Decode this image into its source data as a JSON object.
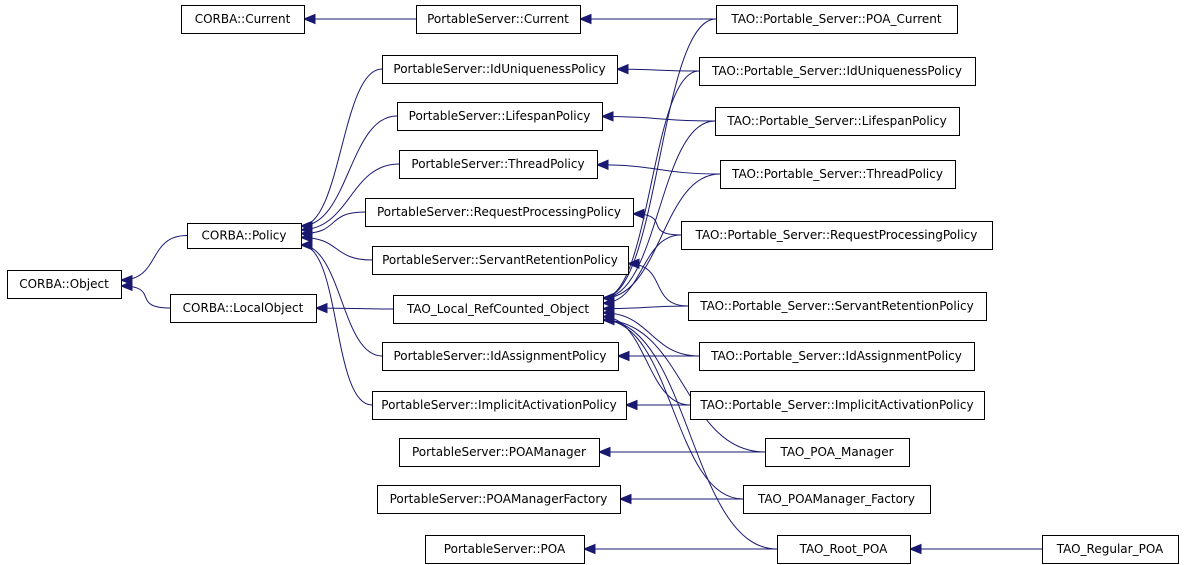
{
  "diagram": {
    "nodes": [
      {
        "id": "corba_current",
        "label": "CORBA::Current"
      },
      {
        "id": "ps_current",
        "label": "PortableServer::Current"
      },
      {
        "id": "tao_poa_current",
        "label": "TAO::Portable_Server::POA_Current"
      },
      {
        "id": "ps_iduniq",
        "label": "PortableServer::IdUniquenessPolicy"
      },
      {
        "id": "tao_iduniq",
        "label": "TAO::Portable_Server::IdUniquenessPolicy"
      },
      {
        "id": "ps_lifespan",
        "label": "PortableServer::LifespanPolicy"
      },
      {
        "id": "tao_lifespan",
        "label": "TAO::Portable_Server::LifespanPolicy"
      },
      {
        "id": "ps_thread",
        "label": "PortableServer::ThreadPolicy"
      },
      {
        "id": "tao_thread",
        "label": "TAO::Portable_Server::ThreadPolicy"
      },
      {
        "id": "ps_reqproc",
        "label": "PortableServer::RequestProcessingPolicy"
      },
      {
        "id": "corba_policy",
        "label": "CORBA::Policy"
      },
      {
        "id": "tao_reqproc",
        "label": "TAO::Portable_Server::RequestProcessingPolicy"
      },
      {
        "id": "ps_servret",
        "label": "PortableServer::ServantRetentionPolicy"
      },
      {
        "id": "corba_object",
        "label": "CORBA::Object"
      },
      {
        "id": "corba_localobject",
        "label": "CORBA::LocalObject"
      },
      {
        "id": "tao_local_refcounted",
        "label": "TAO_Local_RefCounted_Object"
      },
      {
        "id": "tao_servret",
        "label": "TAO::Portable_Server::ServantRetentionPolicy"
      },
      {
        "id": "ps_idassign",
        "label": "PortableServer::IdAssignmentPolicy"
      },
      {
        "id": "tao_idassign",
        "label": "TAO::Portable_Server::IdAssignmentPolicy"
      },
      {
        "id": "ps_implicit",
        "label": "PortableServer::ImplicitActivationPolicy"
      },
      {
        "id": "tao_implicit",
        "label": "TAO::Portable_Server::ImplicitActivationPolicy"
      },
      {
        "id": "ps_poamanager",
        "label": "PortableServer::POAManager"
      },
      {
        "id": "tao_poa_manager",
        "label": "TAO_POA_Manager"
      },
      {
        "id": "ps_poamanagerfactory",
        "label": "PortableServer::POAManagerFactory"
      },
      {
        "id": "tao_poamanager_factory",
        "label": "TAO_POAManager_Factory"
      },
      {
        "id": "ps_poa",
        "label": "PortableServer::POA"
      },
      {
        "id": "tao_root_poa",
        "label": "TAO_Root_POA"
      },
      {
        "id": "tao_regular_poa",
        "label": "TAO_Regular_POA"
      }
    ],
    "edges": [
      {
        "from": "ps_current",
        "to": "corba_current"
      },
      {
        "from": "tao_poa_current",
        "to": "ps_current"
      },
      {
        "from": "tao_poa_current",
        "to": "tao_local_refcounted"
      },
      {
        "from": "tao_iduniq",
        "to": "ps_iduniq"
      },
      {
        "from": "tao_iduniq",
        "to": "tao_local_refcounted"
      },
      {
        "from": "tao_lifespan",
        "to": "ps_lifespan"
      },
      {
        "from": "tao_lifespan",
        "to": "tao_local_refcounted"
      },
      {
        "from": "tao_thread",
        "to": "ps_thread"
      },
      {
        "from": "tao_thread",
        "to": "tao_local_refcounted"
      },
      {
        "from": "tao_reqproc",
        "to": "ps_reqproc"
      },
      {
        "from": "tao_reqproc",
        "to": "tao_local_refcounted"
      },
      {
        "from": "tao_servret",
        "to": "ps_servret"
      },
      {
        "from": "tao_servret",
        "to": "tao_local_refcounted"
      },
      {
        "from": "tao_idassign",
        "to": "ps_idassign"
      },
      {
        "from": "tao_idassign",
        "to": "tao_local_refcounted"
      },
      {
        "from": "tao_implicit",
        "to": "ps_implicit"
      },
      {
        "from": "tao_implicit",
        "to": "tao_local_refcounted"
      },
      {
        "from": "tao_poa_manager",
        "to": "ps_poamanager"
      },
      {
        "from": "tao_poa_manager",
        "to": "tao_local_refcounted"
      },
      {
        "from": "tao_poamanager_factory",
        "to": "ps_poamanagerfactory"
      },
      {
        "from": "tao_poamanager_factory",
        "to": "tao_local_refcounted"
      },
      {
        "from": "tao_root_poa",
        "to": "ps_poa"
      },
      {
        "from": "tao_root_poa",
        "to": "tao_local_refcounted"
      },
      {
        "from": "tao_regular_poa",
        "to": "tao_root_poa"
      },
      {
        "from": "ps_iduniq",
        "to": "corba_policy"
      },
      {
        "from": "ps_lifespan",
        "to": "corba_policy"
      },
      {
        "from": "ps_thread",
        "to": "corba_policy"
      },
      {
        "from": "ps_reqproc",
        "to": "corba_policy"
      },
      {
        "from": "ps_servret",
        "to": "corba_policy"
      },
      {
        "from": "ps_idassign",
        "to": "corba_policy"
      },
      {
        "from": "ps_implicit",
        "to": "corba_policy"
      },
      {
        "from": "corba_policy",
        "to": "corba_object"
      },
      {
        "from": "corba_localobject",
        "to": "corba_object"
      },
      {
        "from": "tao_local_refcounted",
        "to": "corba_localobject"
      }
    ]
  },
  "colors": {
    "edge": "#191970",
    "node_border": "#000000",
    "node_fill": "#ffffff",
    "background": "#ffffff"
  }
}
